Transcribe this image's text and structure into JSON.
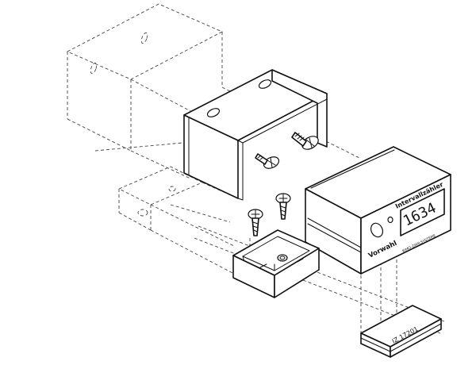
{
  "device": {
    "title": "Intervallzähler",
    "display_value": "1634",
    "button_label": "Vorwahl",
    "brand": "KIMO-ZAHLSYSTEME"
  },
  "label_plate": {
    "text": "IZ 17201"
  },
  "parts": [
    "frame-block-left",
    "mounting-bracket",
    "screw-1",
    "screw-2",
    "screw-3",
    "screw-4",
    "counter-housing",
    "mounting-base",
    "label-plate"
  ]
}
